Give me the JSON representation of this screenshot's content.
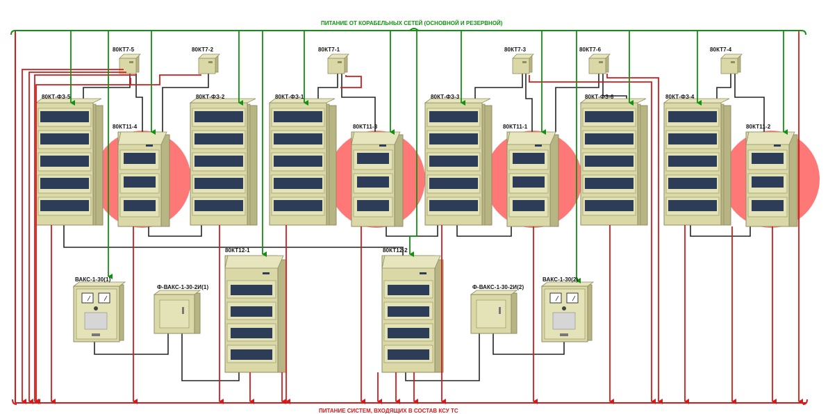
{
  "top_bus": {
    "label": "ПИТАНИЕ ОТ КОРАБЕЛЬНЫХ СЕТЕЙ (ОСНОВНОЙ И РЕЗЕРВНОЙ)",
    "color": "#119011"
  },
  "bottom_bus": {
    "label": "ПИТАНИЕ СИСТЕМ, ВХОДЯЩИХ В СОСТАВ КСУ ТС",
    "color": "#d61a1a"
  },
  "colors": {
    "cabinet_body": "#d9d8a6",
    "cabinet_shade": "#b8b584",
    "cabinet_edge": "#8f8c62",
    "window": "#2e3d57",
    "highlight": "#ff6060",
    "control_wire": "#222222"
  },
  "labels": {
    "kt7_5": "80КТ7-5",
    "kt7_2": "80КТ7-2",
    "kt7_1": "80КТ7-1",
    "kt7_3": "80КТ7-3",
    "kt7_6": "80КТ7-6",
    "kt7_4": "80КТ7-4",
    "fz_5": "80КТ-ФЗ-5",
    "fz_2": "80КТ-ФЗ-2",
    "fz_1": "80КТ-ФЗ-1",
    "fz_3": "80КТ-ФЗ-3",
    "fz_6": "80КТ-ФЗ-6",
    "fz_4": "80КТ-ФЗ-4",
    "kt11_4": "80КТ11-4",
    "kt11_3": "80КТ11-3",
    "kt11_1": "80КТ11-1",
    "kt11_2": "80КТ11-2",
    "kt12_1": "80КТ12-1",
    "kt12_2": "80КТ12-2",
    "vaks_1": "ВАКС-1-30(1)",
    "vaks_2": "ВАКС-1-30(2)",
    "fvaks_1": "Ф-ВАКС-1-30-2И(1)",
    "fvaks_2": "Ф-ВАКС-1-30-2И(2)"
  }
}
